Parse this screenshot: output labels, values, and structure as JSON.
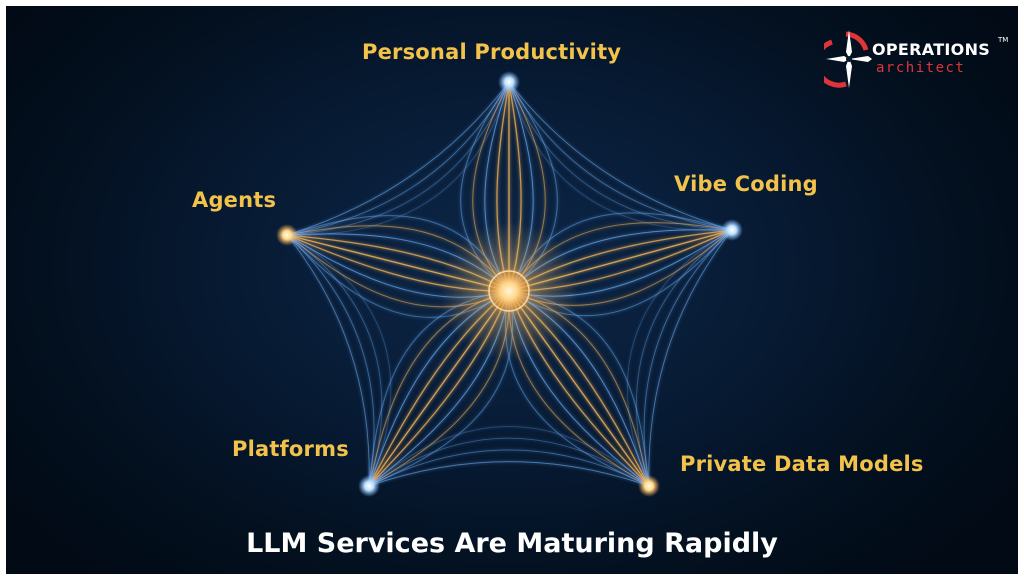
{
  "title": "LLM Services Are Maturing Rapidly",
  "logo": {
    "name": "OPERATIONS",
    "subtitle": "architect",
    "trademark": "TM"
  },
  "nodes": [
    {
      "id": "personal-productivity",
      "label": "Personal Productivity"
    },
    {
      "id": "vibe-coding",
      "label": "Vibe Coding"
    },
    {
      "id": "agents",
      "label": "Agents"
    },
    {
      "id": "platforms",
      "label": "Platforms"
    },
    {
      "id": "private-data-models",
      "label": "Private Data Models"
    }
  ],
  "colors": {
    "background": "#06162b",
    "label": "#f3c24a",
    "title": "#ffffff",
    "core_glow": "#ffd68a",
    "edge_blue": "#6fb4ff",
    "edge_gold": "#f0b35a",
    "logo_red": "#e0343b"
  }
}
